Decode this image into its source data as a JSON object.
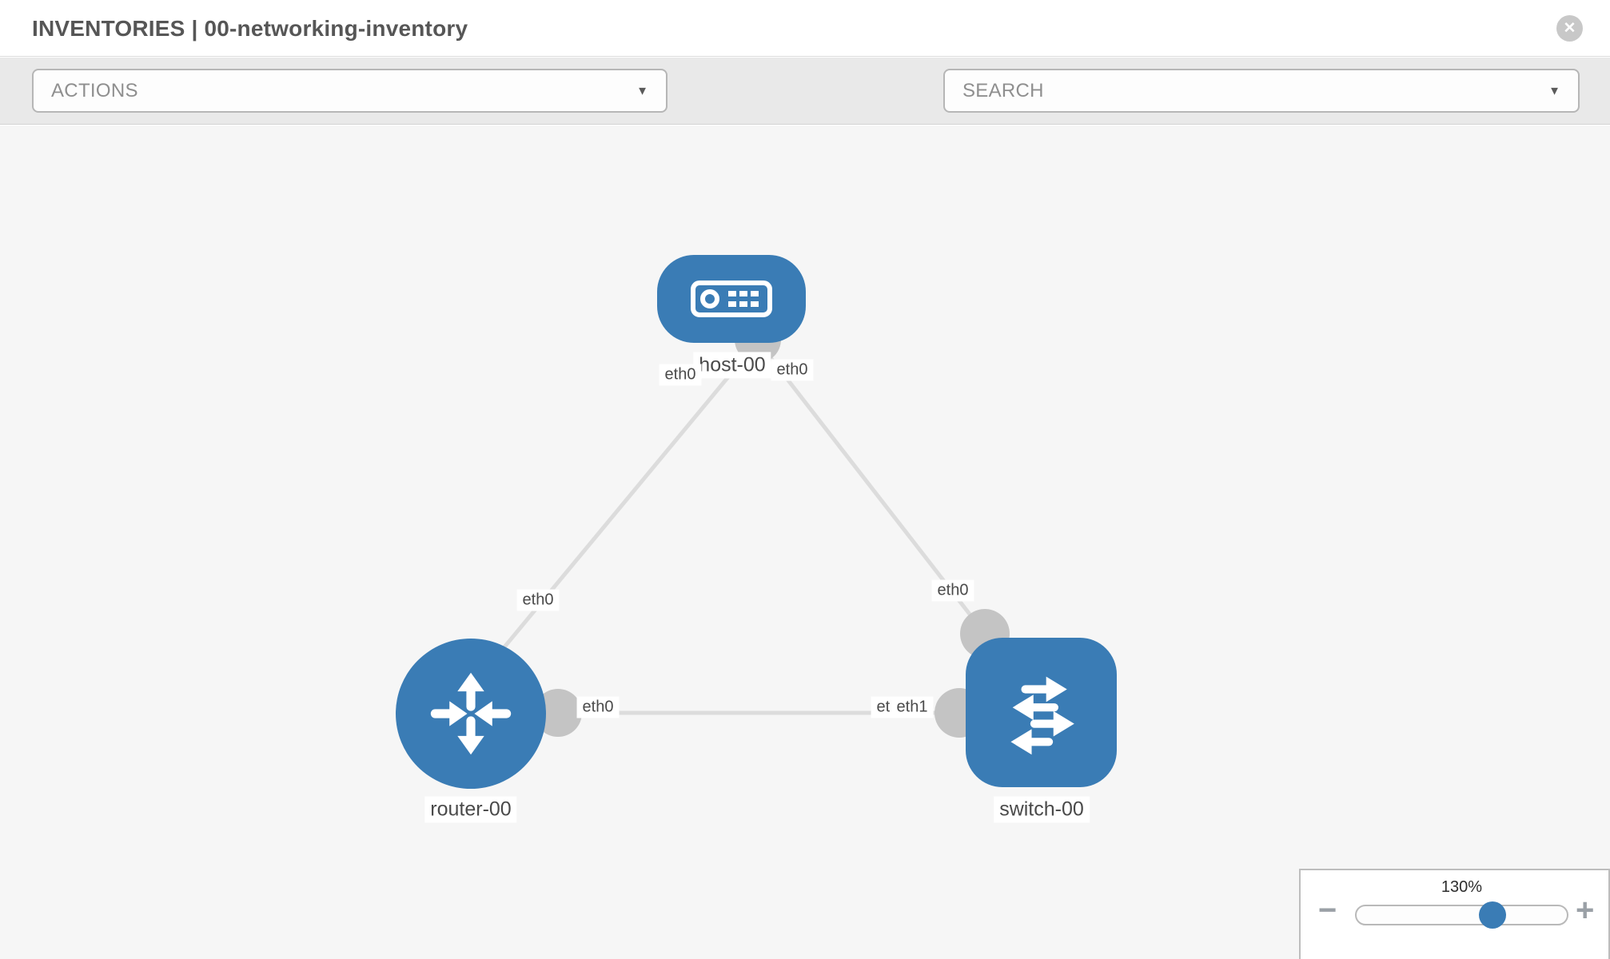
{
  "header": {
    "title": "INVENTORIES | 00-networking-inventory",
    "close_glyph": "✕"
  },
  "toolbar": {
    "actions_label": "ACTIONS",
    "search_placeholder": "SEARCH",
    "caret_glyph": "▼",
    "tools": [
      {
        "icon": "wrench-icon"
      },
      {
        "icon": "key-icon"
      }
    ]
  },
  "topology": {
    "nodes": [
      {
        "id": "host-00",
        "type": "host",
        "label": "host-00"
      },
      {
        "id": "router-00",
        "type": "router",
        "label": "router-00"
      },
      {
        "id": "switch-00",
        "type": "switch",
        "label": "switch-00"
      }
    ],
    "links": [
      {
        "from": "host-00",
        "from_if": "eth0",
        "to": "router-00",
        "to_if": "eth0"
      },
      {
        "from": "host-00",
        "from_if": "eth0",
        "to": "switch-00",
        "to_if": "eth0"
      },
      {
        "from": "router-00",
        "from_if": "eth0",
        "to": "switch-00",
        "to_if": "eth1"
      }
    ],
    "labels": {
      "host": "host-00",
      "router": "router-00",
      "switch": "switch-00",
      "if_host_left": "eth0",
      "if_host_right": "eth0",
      "if_router_top": "eth0",
      "if_switch_top": "eth0",
      "if_link_left": "eth0",
      "if_link_right_under": "eth0",
      "if_link_right": "eth1"
    }
  },
  "zoom_panel": {
    "percent": "130%",
    "value": 130,
    "minus_glyph": "−",
    "plus_glyph": "+"
  },
  "colors": {
    "node_blue": "#3a7cb5",
    "edge_gray": "#dcdcdc",
    "port_gray": "#c4c4c4",
    "canvas_bg": "#f6f6f6",
    "toolbar_bg": "#e9e9e9"
  }
}
